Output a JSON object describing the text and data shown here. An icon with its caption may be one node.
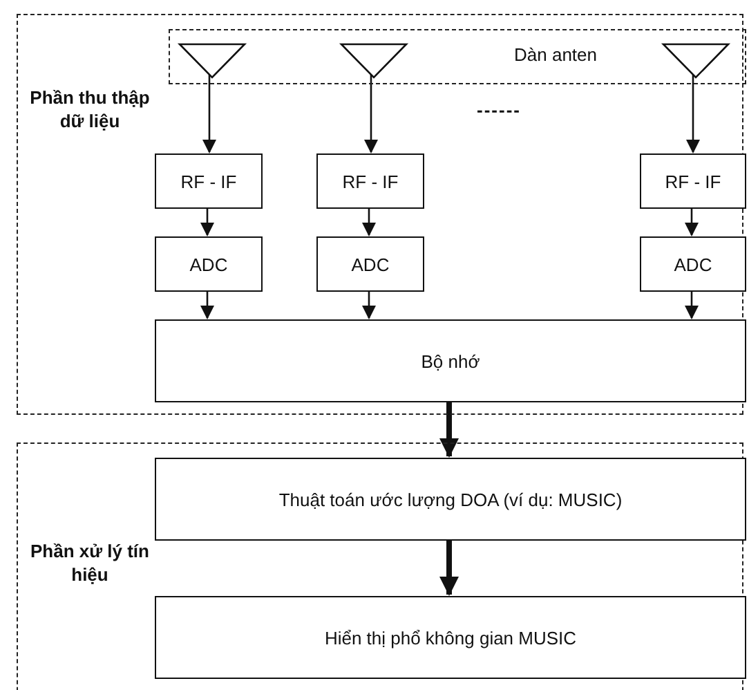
{
  "diagram": {
    "nodes": [
      {
        "text": [
          "Phần thu thập dữ liệu"
        ]
      },
      {
        "text": [
          "Dàn anten"
        ],
        "in": 0
      },
      {
        "text": [],
        "shape": "triangle",
        "in": 1
      },
      {
        "text": [],
        "shape": "triangle",
        "in": 1
      },
      {
        "text": [],
        "shape": "triangle",
        "in": 1
      },
      {
        "text": [
          "RF - IF"
        ],
        "in": 0
      },
      {
        "text": [
          "RF - IF"
        ],
        "in": 0
      },
      {
        "text": [
          "RF - IF"
        ],
        "in": 0
      },
      {
        "text": [
          "ADC"
        ],
        "in": 0
      },
      {
        "text": [
          "ADC"
        ],
        "in": 0
      },
      {
        "text": [
          "ADC"
        ],
        "in": 0
      },
      {
        "text": [
          "Bộ nhớ"
        ],
        "in": 0
      },
      {
        "text": [
          "Phần xử lý tín hiệu"
        ]
      },
      {
        "text": [
          "Thuật toán ước lượng DOA (ví dụ: MUSIC)"
        ],
        "in": 12
      },
      {
        "text": [
          "Hiển thị phổ không gian MUSIC"
        ],
        "in": 12
      }
    ],
    "edges": [
      {
        "from": 2,
        "to": 5,
        "arrow": "to"
      },
      {
        "from": 3,
        "to": 6,
        "arrow": "to"
      },
      {
        "from": 4,
        "to": 7,
        "arrow": "to"
      },
      {
        "from": 5,
        "to": 8,
        "arrow": "to"
      },
      {
        "from": 6,
        "to": 9,
        "arrow": "to"
      },
      {
        "from": 7,
        "to": 10,
        "arrow": "to"
      },
      {
        "from": 8,
        "to": 11,
        "arrow": "to"
      },
      {
        "from": 9,
        "to": 11,
        "arrow": "to"
      },
      {
        "from": 10,
        "to": 11,
        "arrow": "to"
      },
      {
        "from": 11,
        "to": 13,
        "arrow": "to",
        "style": "thick"
      },
      {
        "from": 13,
        "to": 14,
        "arrow": "to",
        "style": "thick"
      }
    ],
    "labels": [
      "------"
    ]
  }
}
